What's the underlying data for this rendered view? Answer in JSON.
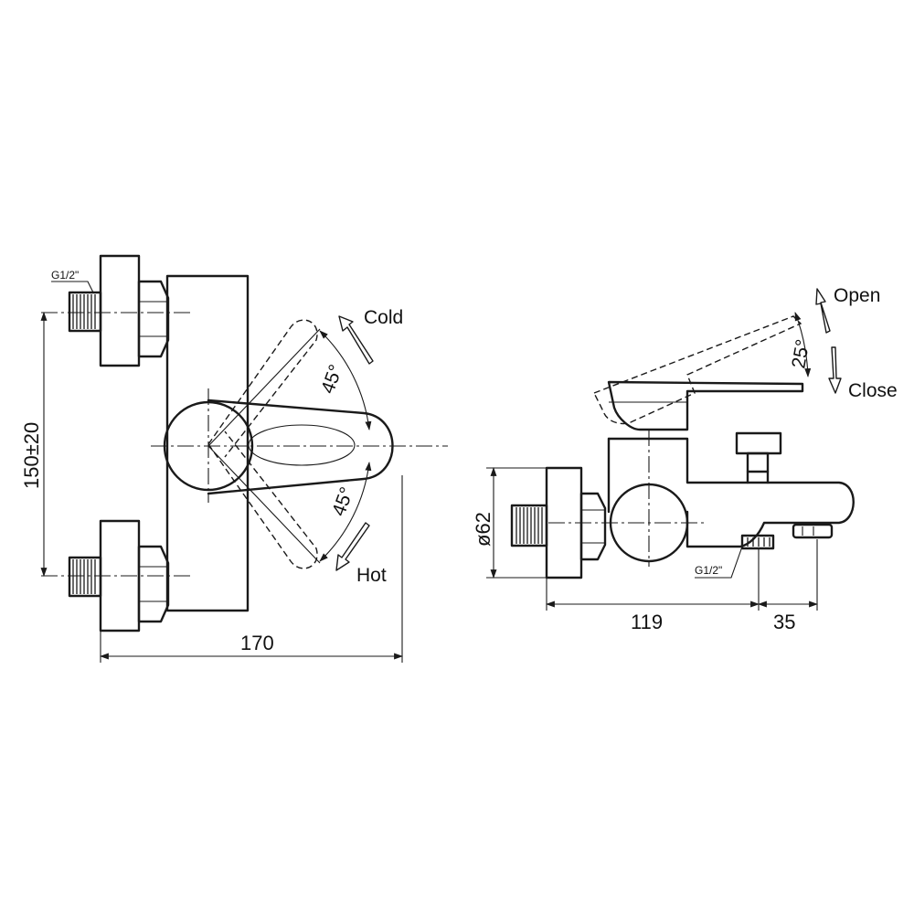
{
  "front_view": {
    "thread_label": "G1/2\"",
    "height_dim": "150±20",
    "width_dim": "170",
    "angle_cold": "45°",
    "angle_hot": "45°",
    "label_cold": "Cold",
    "label_hot": "Hot"
  },
  "side_view": {
    "thread_label": "G1/2\"",
    "diameter_dim": "ø62",
    "depth_dim": "119",
    "spout_dim": "35",
    "angle_lift": "25°",
    "label_open": "Open",
    "label_close": "Close"
  },
  "colors": {
    "line": "#1a1a1a",
    "background": "#ffffff"
  }
}
